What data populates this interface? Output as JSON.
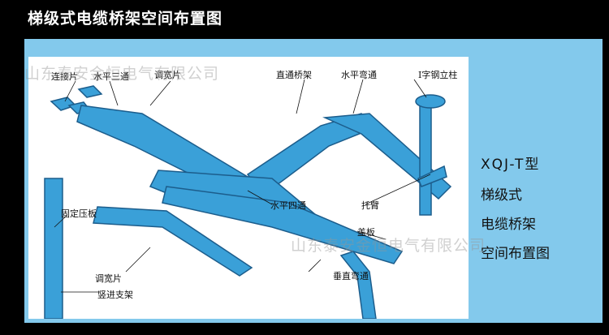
{
  "title": "梯级式电缆桥架空间布置图",
  "side_text": [
    "XQJ-T型",
    "梯级式",
    "电缆桥架",
    "空间布置图"
  ],
  "watermark": "山东泰安金恒电气有限公司",
  "labels": {
    "connector": "连接片",
    "tee_horizontal": "水平三通",
    "reducer_top": "调宽片",
    "straight_tray": "直通桥架",
    "elbow_horizontal": "水平弯通",
    "i_column": "I字钢立柱",
    "cross_horizontal": "水平四通",
    "bracket": "托臂",
    "fixing_plate": "固定压板",
    "cover": "盖板",
    "reducer_bottom": "调宽片",
    "vertical_bend": "垂直弯通",
    "vertical_support": "竖进支架"
  },
  "colors": {
    "tray_fill": "#3aa0d8",
    "tray_stroke": "#1c5d8c",
    "panel": "#83c9ec"
  }
}
